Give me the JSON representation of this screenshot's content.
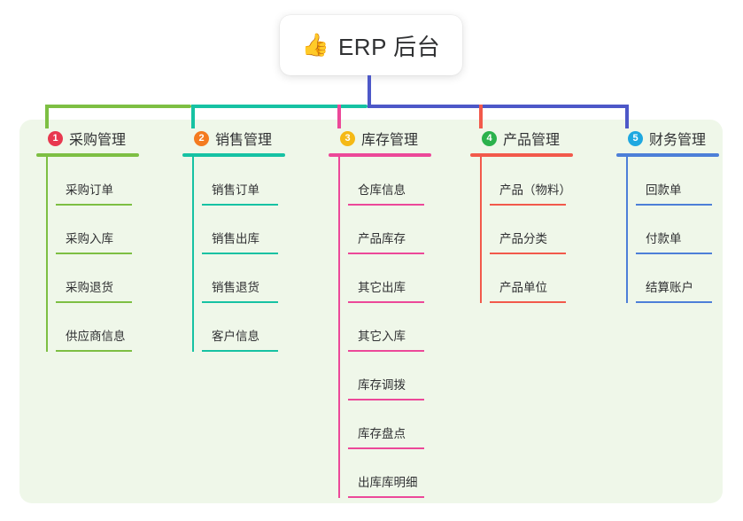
{
  "root": {
    "icon": "thumbs-up-emoji",
    "emoji": "👍",
    "title": "ERP 后台"
  },
  "panel": {
    "background_color": "#eff7e9"
  },
  "connectors": {
    "stem_color": "#4d58c8",
    "bar_segments": [
      {
        "color": "#7dbf43"
      },
      {
        "color": "#16c2a3"
      },
      {
        "color": "#4d58c8"
      }
    ],
    "drops": [
      {
        "color": "#7dbf43"
      },
      {
        "color": "#16c2a3"
      },
      {
        "color": "#ec4899"
      },
      {
        "color": "#f2594b"
      },
      {
        "color": "#4d58c8"
      }
    ]
  },
  "columns": [
    {
      "number": "1",
      "badge_color": "#e8384f",
      "accent_color": "#7dbf43",
      "title": "采购管理",
      "rule_width": 116,
      "item_rule_width": 86,
      "items": [
        {
          "label": "采购订单"
        },
        {
          "label": "采购入库"
        },
        {
          "label": "采购退货"
        },
        {
          "label": "供应商信息"
        }
      ]
    },
    {
      "number": "2",
      "badge_color": "#f47b20",
      "accent_color": "#16c2a3",
      "title": "销售管理",
      "rule_width": 116,
      "item_rule_width": 86,
      "items": [
        {
          "label": "销售订单"
        },
        {
          "label": "销售出库"
        },
        {
          "label": "销售退货"
        },
        {
          "label": "客户信息"
        }
      ]
    },
    {
      "number": "3",
      "badge_color": "#f5b916",
      "accent_color": "#ec4899",
      "title": "库存管理",
      "rule_width": 116,
      "item_rule_width": 86,
      "items": [
        {
          "label": "仓库信息"
        },
        {
          "label": "产品库存"
        },
        {
          "label": "其它出库"
        },
        {
          "label": "其它入库"
        },
        {
          "label": "库存调拨"
        },
        {
          "label": "库存盘点"
        },
        {
          "label": "出库库明细"
        }
      ]
    },
    {
      "number": "4",
      "badge_color": "#2bb24c",
      "accent_color": "#f2594b",
      "title": "产品管理",
      "rule_width": 116,
      "item_rule_width": 86,
      "items": [
        {
          "label": "产品（物料）"
        },
        {
          "label": "产品分类"
        },
        {
          "label": "产品单位"
        }
      ]
    },
    {
      "number": "5",
      "badge_color": "#1fa8e0",
      "accent_color": "#4d7fd8",
      "title": "财务管理",
      "rule_width": 116,
      "item_rule_width": 86,
      "items": [
        {
          "label": "回款单"
        },
        {
          "label": "付款单"
        },
        {
          "label": "结算账户"
        }
      ]
    }
  ]
}
